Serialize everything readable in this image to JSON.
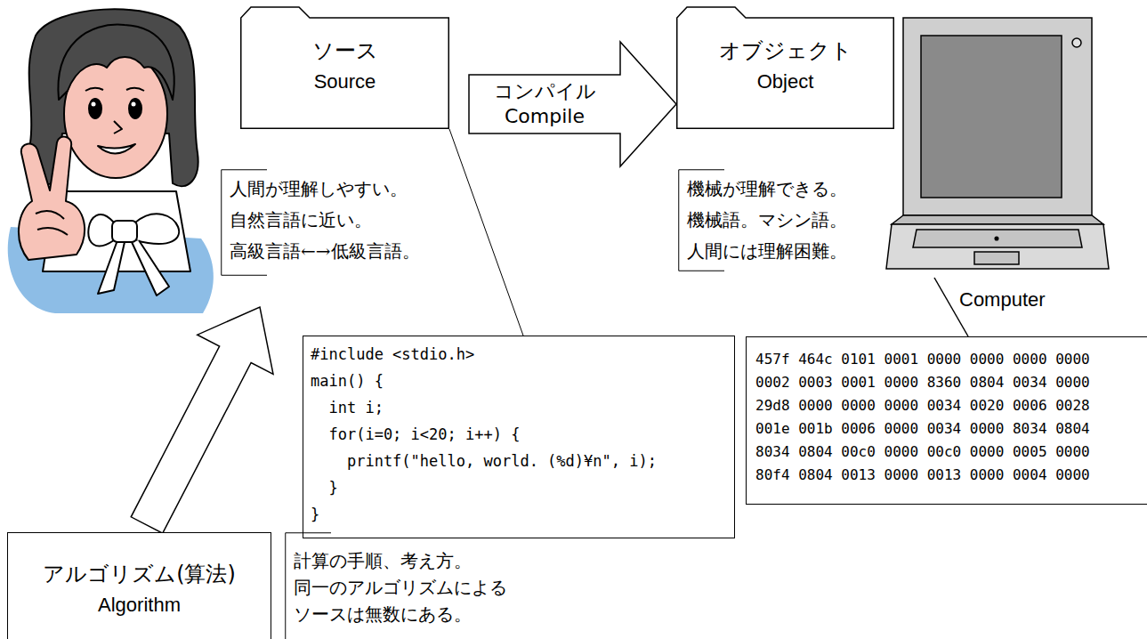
{
  "diagram": {
    "nodes": [
      {
        "text": [
          "ソース",
          "Source"
        ]
      },
      {
        "text": [
          "オブジェクト",
          "Object"
        ]
      },
      {
        "text": [
          "人間が理解しやすい。",
          "自然言語に近い。",
          "高級言語←→低級言語。"
        ]
      },
      {
        "text": [
          "機械が理解できる。",
          "機械語。マシン語。",
          "人間には理解困難。"
        ]
      },
      {
        "text": [
          "#include <stdio.h>",
          "main() {",
          "int i;",
          "for(i=0; i<20; i++) {",
          "printf(\"hello, world. (%d)¥n\", i);",
          "}",
          "}"
        ]
      },
      {
        "text": [
          "457f 464c 0101 0001 0000 0000 0000 0000",
          "0002 0003 0001 0000 8360 0804 0034 0000",
          "29d8 0000 0000 0000 0034 0020 0006 0028",
          "001e 001b 0006 0000 0034 0000 8034 0804",
          "8034 0804 00c0 0000 00c0 0000 0005 0000",
          "80f4 0804 0013 0000 0013 0000 0004 0000"
        ]
      },
      {
        "text": [
          "アルゴリズム(算法)",
          "Algorithm"
        ]
      },
      {
        "text": [
          "計算の手順、考え方。",
          "同一のアルゴリズムによる",
          "ソースは無数にある。"
        ]
      }
    ],
    "edges": [
      {
        "from": 0,
        "to": 1,
        "arrow": "to",
        "label": "コンパイル Compile"
      },
      {
        "from": 0,
        "to": 4,
        "arrow": "none"
      },
      {
        "from": 6,
        "to": 2,
        "arrow": "to"
      }
    ],
    "labels": [
      "Computer"
    ]
  }
}
